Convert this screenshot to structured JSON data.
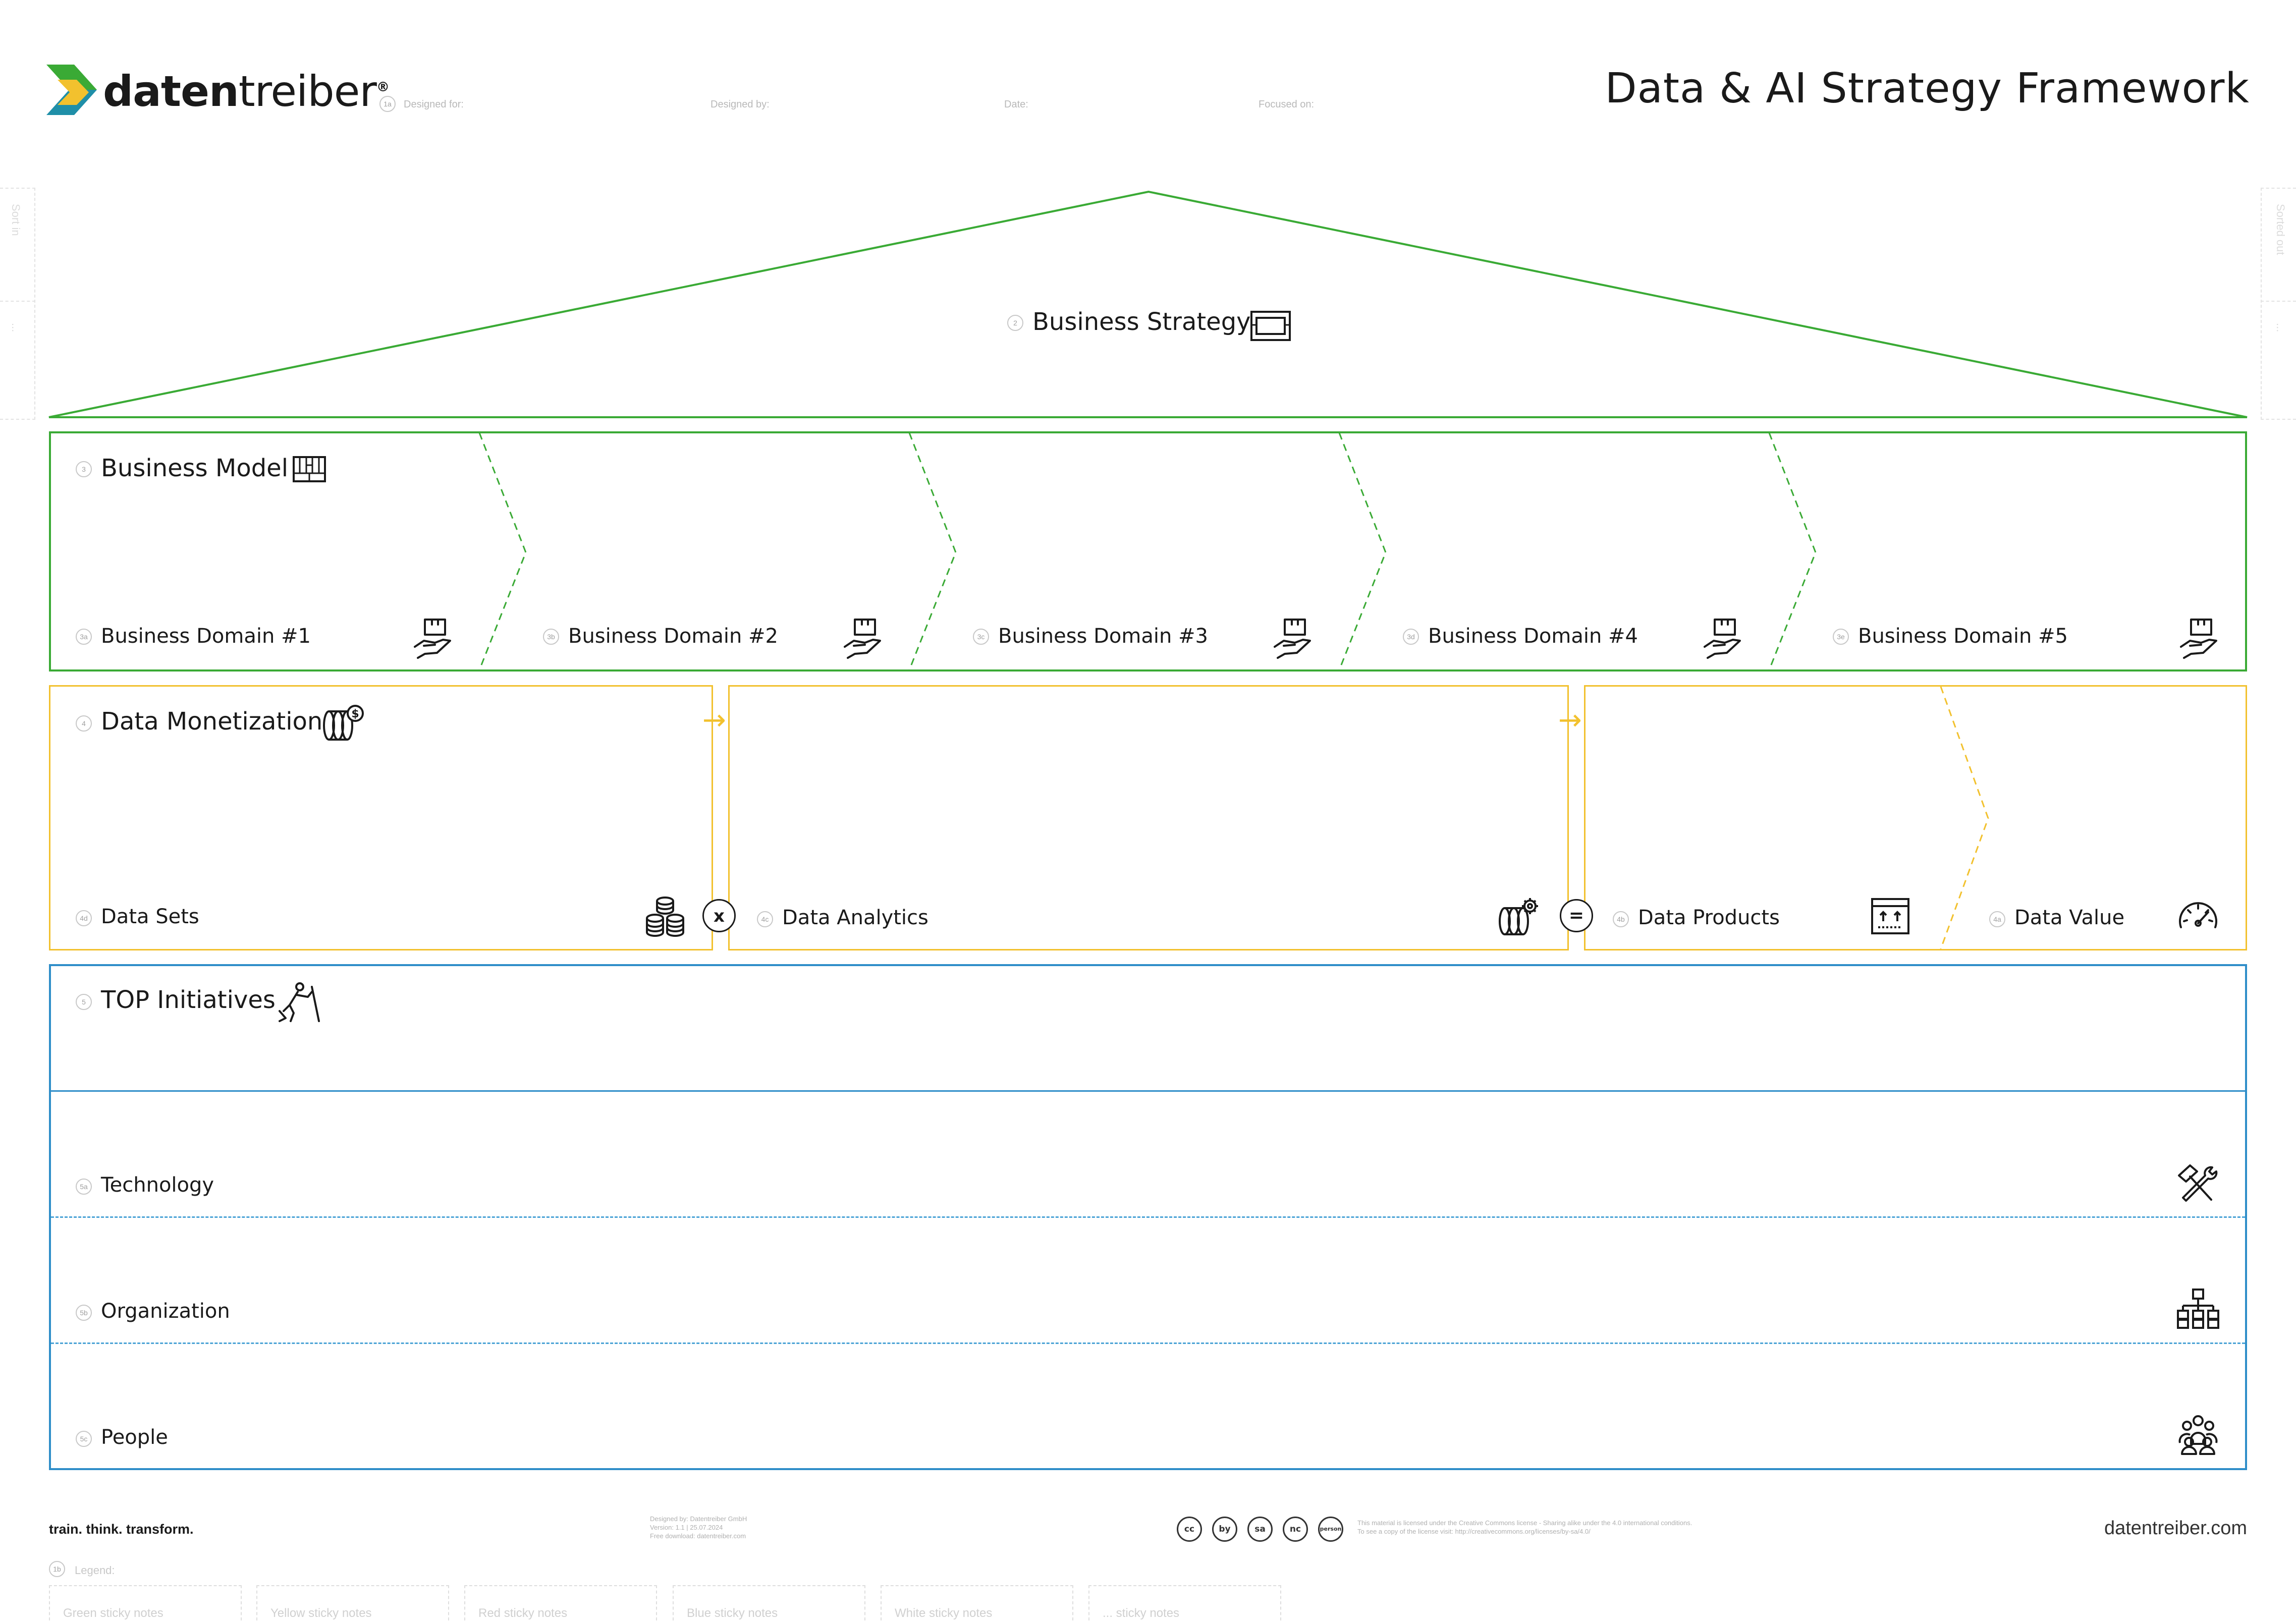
{
  "brand": {
    "name_bold": "daten",
    "name_light": "treiber",
    "registered": "®",
    "tagline": "train. think. transform.",
    "website": "datentreiber.com"
  },
  "header": {
    "designed_for_num": "1a",
    "designed_for": "Designed for:",
    "designed_by": "Designed by:",
    "date": "Date:",
    "focused_on": "Focused on:",
    "title": "Data & AI Strategy Framework"
  },
  "side_tabs": {
    "left_top": "Sort in",
    "left_bottom": "...",
    "right_top": "Sorted out",
    "right_bottom": "..."
  },
  "strategy": {
    "num": "2",
    "label": "Business Strategy"
  },
  "business_model": {
    "num": "3",
    "label": "Business Model",
    "domains": [
      {
        "num": "3a",
        "label": "Business Domain #1"
      },
      {
        "num": "3b",
        "label": "Business Domain #2"
      },
      {
        "num": "3c",
        "label": "Business Domain #3"
      },
      {
        "num": "3d",
        "label": "Business Domain #4"
      },
      {
        "num": "3e",
        "label": "Business Domain #5"
      }
    ]
  },
  "data_monetization": {
    "num": "4",
    "label": "Data Monetization",
    "times": "x",
    "equals": "=",
    "arrow": "→",
    "sets": {
      "num": "4d",
      "label": "Data Sets"
    },
    "analytics": {
      "num": "4c",
      "label": "Data Analytics"
    },
    "products": {
      "num": "4b",
      "label": "Data Products"
    },
    "value": {
      "num": "4a",
      "label": "Data Value"
    }
  },
  "initiatives": {
    "num": "5",
    "label": "TOP Initiatives",
    "rows": [
      {
        "num": "5a",
        "label": "Technology"
      },
      {
        "num": "5b",
        "label": "Organization"
      },
      {
        "num": "5c",
        "label": "People"
      }
    ]
  },
  "footer": {
    "designed_by": "Designed by: Datentreiber GmbH",
    "version": "Version: 1.1 | 25.07.2024",
    "download": "Free download: datentreiber.com",
    "license_1": "This material is licensed under the Creative Commons license - Sharing alike under the 4.0 international conditions.",
    "license_2": "To see a copy of the license visit: http://creativecommons.org/licenses/by-sa/4.0/",
    "cc_icons": [
      "cc",
      "by",
      "sa",
      "nc",
      "person"
    ],
    "legend_num": "1b",
    "legend": "Legend:",
    "legend_items": [
      "Green sticky notes",
      "Yellow sticky notes",
      "Red sticky notes",
      "Blue sticky notes",
      "White sticky notes",
      "... sticky notes"
    ]
  },
  "colors": {
    "green": "#3aaa35",
    "yellow": "#f2c12e",
    "blue": "#2f8ec9",
    "blue_dash": "#4ba3d6",
    "logo_green": "#3aaa35",
    "logo_yellow": "#f2c12e",
    "logo_teal": "#1f8fa8"
  }
}
